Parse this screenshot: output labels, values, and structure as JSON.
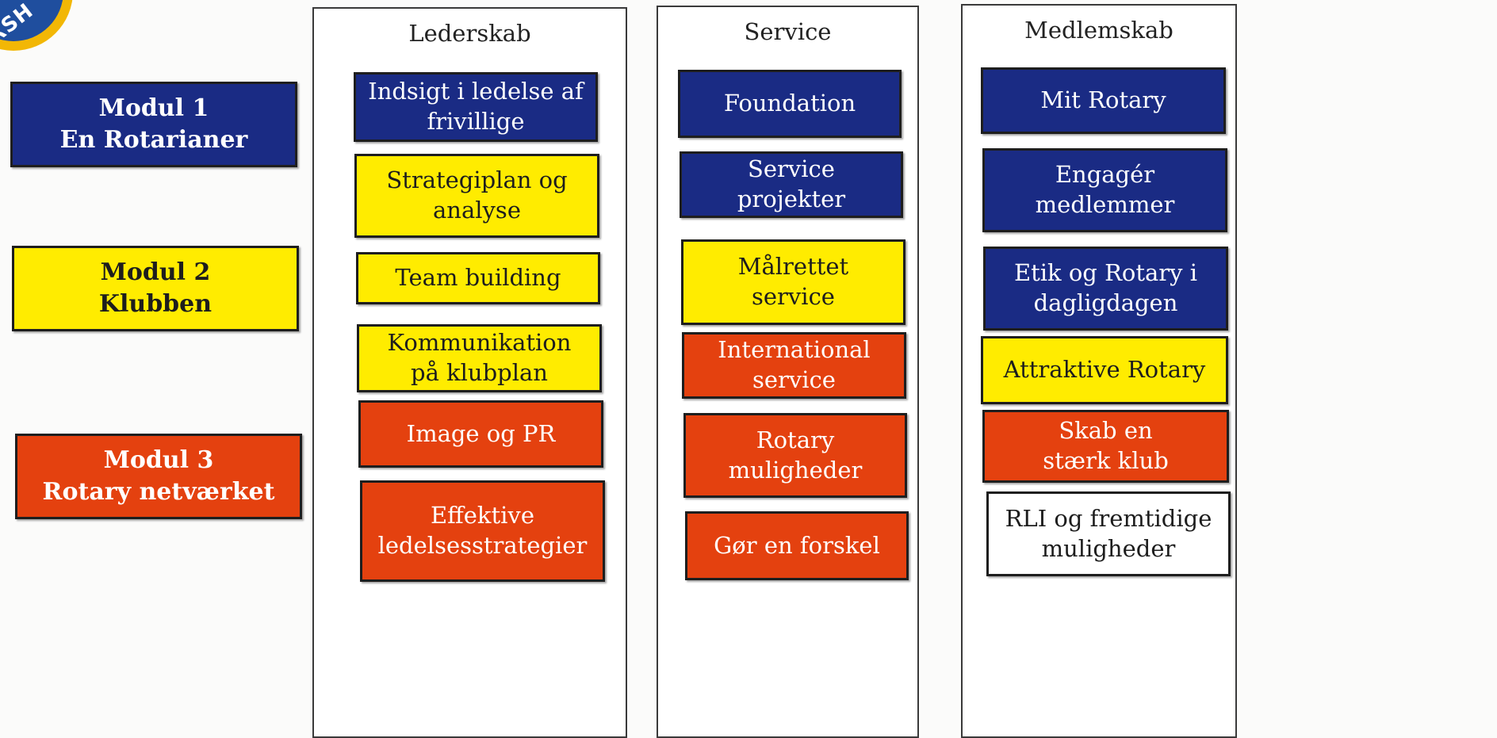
{
  "logo": {
    "text": "RSH"
  },
  "modules": [
    {
      "label": "Modul 1\nEn Rotarianer",
      "color": "blue"
    },
    {
      "label": "Modul 2\nKlubben",
      "color": "yellow"
    },
    {
      "label": "Modul 3\nRotary netværket",
      "color": "red"
    }
  ],
  "columns": [
    {
      "title": "Lederskab",
      "items": [
        {
          "label": "Indsigt i ledelse af\nfrivillige",
          "color": "blue"
        },
        {
          "label": "Strategiplan og\nanalyse",
          "color": "yellow"
        },
        {
          "label": "Team building",
          "color": "yellow"
        },
        {
          "label": "Kommunikation\npå klubplan",
          "color": "yellow"
        },
        {
          "label": "Image og PR",
          "color": "red"
        },
        {
          "label": "Effektive\nledelsesstrategier",
          "color": "red"
        }
      ]
    },
    {
      "title": "Service",
      "items": [
        {
          "label": "Foundation",
          "color": "blue"
        },
        {
          "label": "Service\nprojekter",
          "color": "blue"
        },
        {
          "label": "Målrettet\nservice",
          "color": "yellow"
        },
        {
          "label": "International\nservice",
          "color": "red"
        },
        {
          "label": "Rotary\nmuligheder",
          "color": "red"
        },
        {
          "label": "Gør en forskel",
          "color": "red"
        }
      ]
    },
    {
      "title": "Medlemskab",
      "items": [
        {
          "label": "Mit Rotary",
          "color": "blue"
        },
        {
          "label": "Engagér\nmedlemmer",
          "color": "blue"
        },
        {
          "label": "Etik og Rotary i\ndagligdagen",
          "color": "blue"
        },
        {
          "label": "Attraktive Rotary",
          "color": "yellow"
        },
        {
          "label": "Skab en\nstærk klub",
          "color": "red"
        },
        {
          "label": "RLI og fremtidige\nmuligheder",
          "color": "white"
        }
      ]
    }
  ],
  "colors": {
    "blue": "#1a2b84",
    "yellow": "#ffec00",
    "red": "#e4410f",
    "white": "#ffffff"
  }
}
